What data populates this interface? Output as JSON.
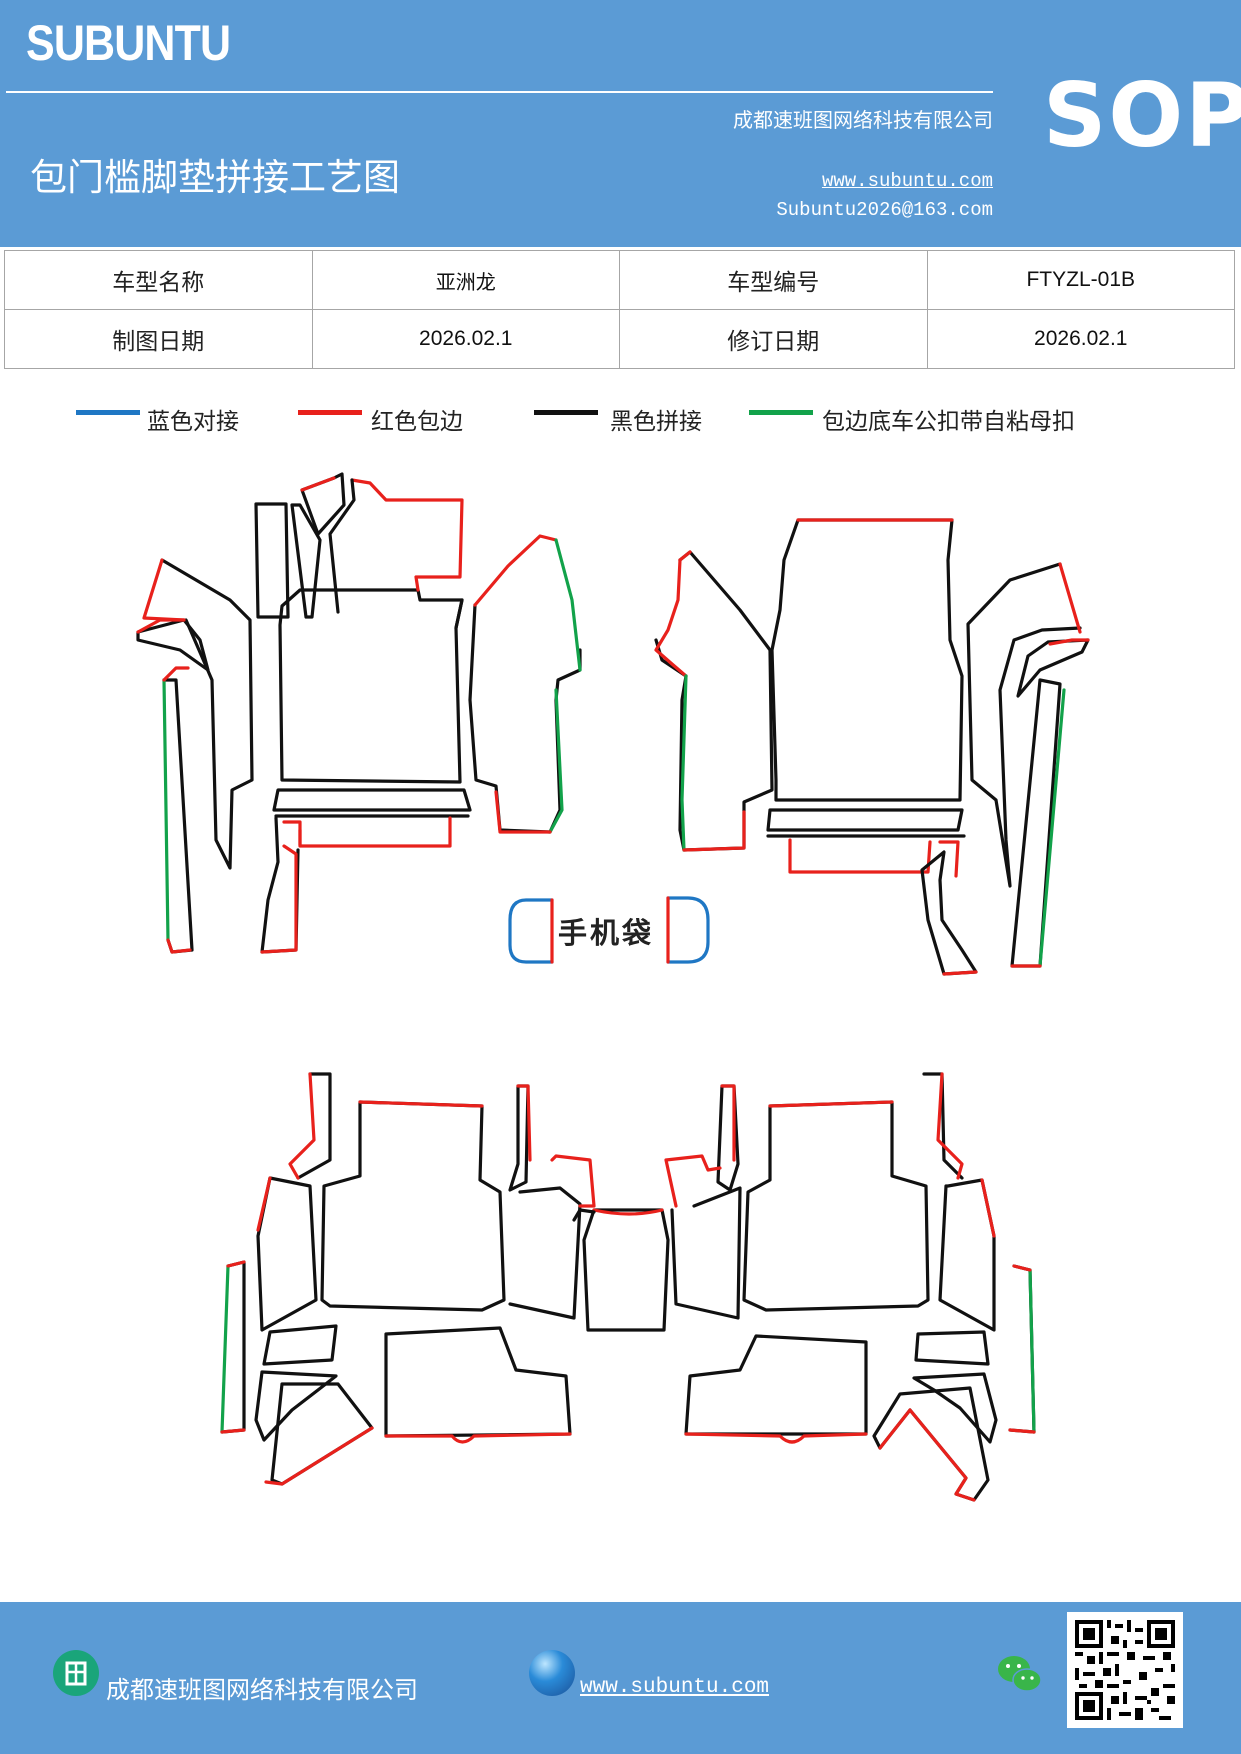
{
  "header": {
    "brand": "SUBUNTU",
    "company": "成都速班图网络科技有限公司",
    "title": "包门槛脚垫拼接工艺图",
    "url": "www.subuntu.com",
    "email": "Subuntu2026@163.com",
    "badge": "SOP",
    "background_color": "#5b9bd5"
  },
  "info_table": {
    "rows": [
      {
        "label1": "车型名称",
        "value1": "亚洲龙",
        "label2": "车型编号",
        "value2": "FTYZL-01B"
      },
      {
        "label1": "制图日期",
        "value1": "2026.02.1",
        "label2": "修订日期",
        "value2": "2026.02.1"
      }
    ]
  },
  "legend": [
    {
      "label": "蓝色对接",
      "color": "#1f77c4"
    },
    {
      "label": "红色包边",
      "color": "#e8211c"
    },
    {
      "label": "黑色拼接",
      "color": "#111111"
    },
    {
      "label": "包边底车公扣带自粘母扣",
      "color": "#12a24a"
    }
  ],
  "diagram": {
    "phone_bag_label": "手机袋"
  },
  "footer": {
    "company": "成都速班图网络科技有限公司",
    "url": "www.subuntu.com",
    "icons": [
      "building-icon",
      "globe-icon",
      "wechat-icon",
      "qr-code"
    ]
  }
}
